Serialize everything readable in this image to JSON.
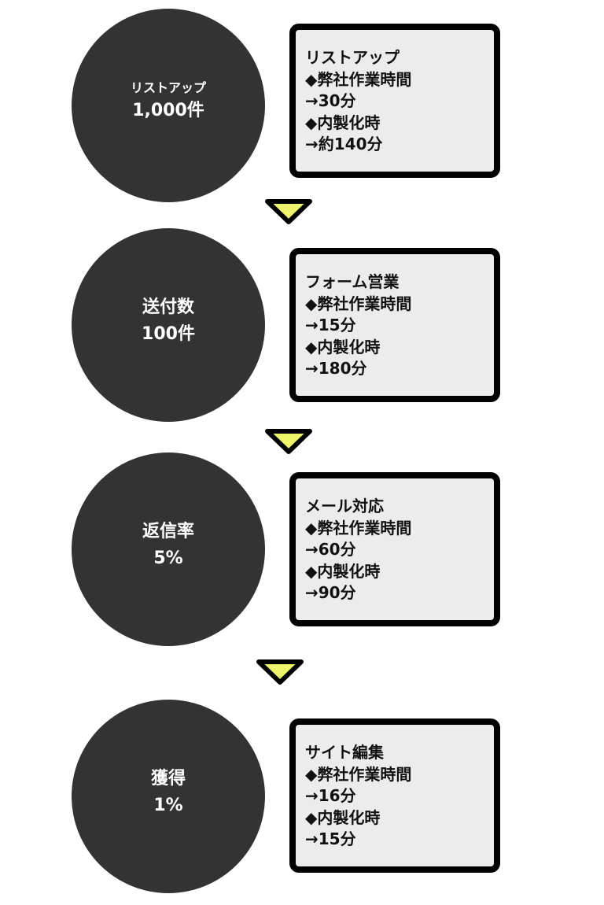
{
  "colors": {
    "circle_fill": "#333333",
    "box_fill": "#ececec",
    "box_border": "#000000",
    "arrow_fill": "#eef56c",
    "arrow_stroke": "#000000"
  },
  "steps": [
    {
      "circle": {
        "label": "リストアップ",
        "value": "1,000件"
      },
      "box": {
        "title": "リストアップ",
        "lines": [
          "◆弊社作業時間",
          "→30分",
          "◆内製化時",
          "→約140分"
        ]
      }
    },
    {
      "circle": {
        "label": "送付数",
        "value": "100件"
      },
      "box": {
        "title": "フォーム営業",
        "lines": [
          "◆弊社作業時間",
          "→15分",
          "◆内製化時",
          "→180分"
        ]
      }
    },
    {
      "circle": {
        "label": "返信率",
        "value": "5%"
      },
      "box": {
        "title": "メール対応",
        "lines": [
          "◆弊社作業時間",
          "→60分",
          "◆内製化時",
          "→90分"
        ]
      }
    },
    {
      "circle": {
        "label": "獲得",
        "value": "1%"
      },
      "box": {
        "title": "サイト編集",
        "lines": [
          "◆弊社作業時間",
          "→16分",
          "◆内製化時",
          "→15分"
        ]
      }
    }
  ],
  "arrows": [
    {
      "icon": "down-triangle-icon"
    },
    {
      "icon": "down-triangle-icon"
    },
    {
      "icon": "down-triangle-icon"
    }
  ]
}
